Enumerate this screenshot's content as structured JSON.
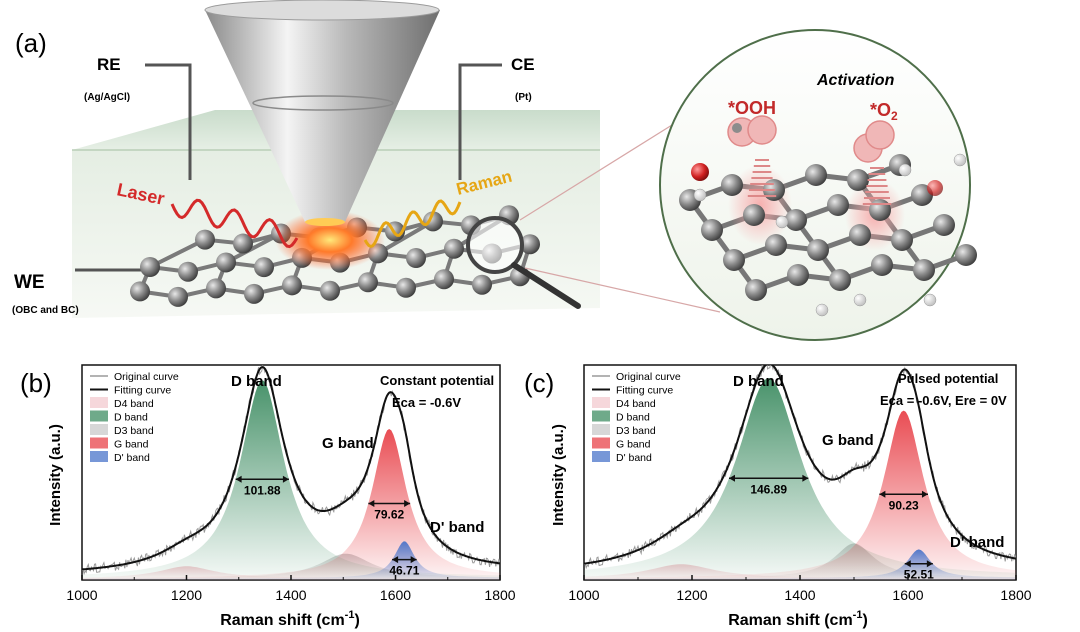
{
  "panel_a": {
    "label": "(a)",
    "re": {
      "title": "RE",
      "sub": "(Ag/AgCl)"
    },
    "ce": {
      "title": "CE",
      "sub": "(Pt)"
    },
    "we": {
      "title": "WE",
      "sub": "(OBC and BC)"
    },
    "laser": "Laser",
    "raman": "Raman",
    "activation": "Activation",
    "ooh": "*OOH",
    "o2_main": "*O",
    "o2_sub": "2"
  },
  "chart_data": [
    {
      "type": "line",
      "panel": "(b)",
      "xlabel_main": "Raman shift (cm",
      "xlabel_sup": "-1",
      "xlabel_end": ")",
      "ylabel": "Intensity (a.u.)",
      "xlim": [
        1000,
        1800
      ],
      "x_ticks": [
        "1000",
        "1200",
        "1400",
        "1600",
        "1800"
      ],
      "title": "Constant potential",
      "condition": "Eca = -0.6V",
      "legend": [
        "Original curve",
        "Fitting curve",
        "D4 band",
        "D band",
        "D3 band",
        "G band",
        "D' band"
      ],
      "band_labels": [
        "D band",
        "G band",
        "D' band"
      ],
      "fwhm": [
        {
          "band": "D",
          "center": 1345,
          "value": "101.88"
        },
        {
          "band": "G",
          "center": 1590,
          "value": "79.62"
        },
        {
          "band": "D'",
          "center": 1617,
          "value": "46.71"
        }
      ],
      "series": [
        {
          "band": "D4",
          "center": 1200,
          "amplitude": 0.06,
          "width": 130
        },
        {
          "band": "D",
          "center": 1345,
          "amplitude": 0.97,
          "width": 102
        },
        {
          "band": "D3",
          "center": 1505,
          "amplitude": 0.12,
          "width": 120
        },
        {
          "band": "G",
          "center": 1588,
          "amplitude": 0.73,
          "width": 80
        },
        {
          "band": "D'",
          "center": 1617,
          "amplitude": 0.18,
          "width": 47
        }
      ]
    },
    {
      "type": "line",
      "panel": "(c)",
      "xlabel_main": "Raman shift (cm",
      "xlabel_sup": "-1",
      "xlabel_end": ")",
      "ylabel": "Intensity (a.u.)",
      "xlim": [
        1000,
        1800
      ],
      "x_ticks": [
        "1000",
        "1200",
        "1400",
        "1600",
        "1800"
      ],
      "title": "Pulsed potential",
      "condition": "Eca = -0.6V, Ere = 0V",
      "legend": [
        "Original curve",
        "Fitting curve",
        "D4 band",
        "D band",
        "D3 band",
        "G band",
        "D' band"
      ],
      "band_labels": [
        "D band",
        "G band",
        "D' band"
      ],
      "fwhm": [
        {
          "band": "D",
          "center": 1342,
          "value": "146.89"
        },
        {
          "band": "G",
          "center": 1590,
          "value": "90.23"
        },
        {
          "band": "D'",
          "center": 1620,
          "value": "52.51"
        }
      ],
      "series": [
        {
          "band": "D4",
          "center": 1180,
          "amplitude": 0.07,
          "width": 150
        },
        {
          "band": "D",
          "center": 1342,
          "amplitude": 0.98,
          "width": 147
        },
        {
          "band": "D3",
          "center": 1500,
          "amplitude": 0.17,
          "width": 90
        },
        {
          "band": "G",
          "center": 1592,
          "amplitude": 0.82,
          "width": 90
        },
        {
          "band": "D'",
          "center": 1620,
          "amplitude": 0.14,
          "width": 52
        }
      ]
    }
  ],
  "colors": {
    "d_band": "#3f8d63",
    "g_band": "#e8434a",
    "dprime_band": "#4a74c9",
    "d4_band": "#f3c9cf",
    "d3_band": "#c9c9c9",
    "laser": "#d42a2a",
    "raman": "#e6a614",
    "oxygen": "#c22a2a"
  }
}
